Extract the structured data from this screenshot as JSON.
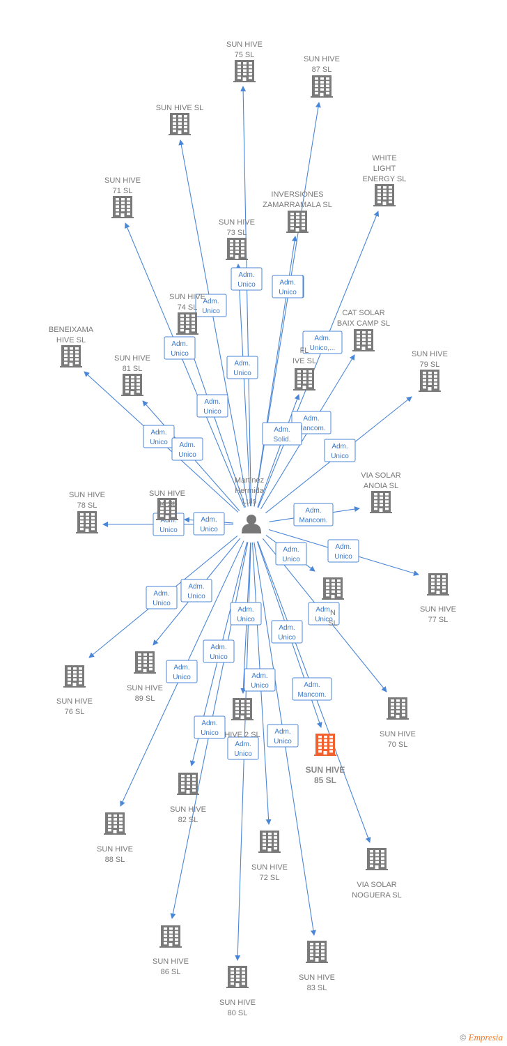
{
  "colors": {
    "edge": "#4a86d6",
    "building": "#7a7a7a",
    "building_highlight": "#f0612f",
    "person": "#777777"
  },
  "person": {
    "name": [
      "Martinez",
      "Hermida",
      "Luis"
    ],
    "icon": "person-icon"
  },
  "companies": [
    {
      "id": "sh75",
      "lines": [
        "SUN HIVE",
        "75  SL"
      ]
    },
    {
      "id": "sh87",
      "lines": [
        "SUN HIVE",
        "87  SL"
      ]
    },
    {
      "id": "shsl",
      "lines": [
        "SUN HIVE  SL"
      ]
    },
    {
      "id": "wle",
      "lines": [
        "WHITE",
        "LIGHT",
        "ENERGY  SL"
      ]
    },
    {
      "id": "sh71",
      "lines": [
        "SUN HIVE",
        "71  SL"
      ]
    },
    {
      "id": "invz",
      "lines": [
        "INVERSIONES",
        "ZAMARRAMALA SL"
      ]
    },
    {
      "id": "sh73",
      "lines": [
        "SUN HIVE",
        "73  SL"
      ]
    },
    {
      "id": "sh74",
      "lines": [
        "SUN HIVE",
        "74  SL"
      ]
    },
    {
      "id": "csbc",
      "lines": [
        "CAT SOLAR",
        "BAIX CAMP  SL"
      ]
    },
    {
      "id": "bene",
      "lines": [
        "BENEIXAMA",
        "HIVE  SL"
      ]
    },
    {
      "id": "flhv",
      "lines": [
        "FL",
        "IVE  SL"
      ]
    },
    {
      "id": "sh81",
      "lines": [
        "SUN HIVE",
        "81  SL"
      ]
    },
    {
      "id": "sh79",
      "lines": [
        "SUN HIVE",
        "79  SL"
      ]
    },
    {
      "id": "vsan",
      "lines": [
        "VIA SOLAR",
        "ANOIA  SL"
      ]
    },
    {
      "id": "sh78",
      "lines": [
        "SUN HIVE",
        "78  SL"
      ]
    },
    {
      "id": "sh84",
      "lines": [
        "SUN HIVE",
        "84  SL"
      ]
    },
    {
      "id": "sh77",
      "lines": [
        "SUN HIVE",
        "77  SL"
      ]
    },
    {
      "id": "shn",
      "lines": [
        "N",
        "SL"
      ]
    },
    {
      "id": "sh76",
      "lines": [
        "SUN HIVE",
        "76  SL"
      ]
    },
    {
      "id": "sh89",
      "lines": [
        "SUN HIVE",
        "89  SL"
      ]
    },
    {
      "id": "sh70",
      "lines": [
        "SUN HIVE",
        "70  SL"
      ]
    },
    {
      "id": "sh2",
      "lines": [
        "HIVE 2  SL"
      ]
    },
    {
      "id": "sh85",
      "lines": [
        "SUN HIVE",
        "85  SL"
      ],
      "highlight": true
    },
    {
      "id": "sh82",
      "lines": [
        "SUN HIVE",
        "82  SL"
      ]
    },
    {
      "id": "sh88",
      "lines": [
        "SUN HIVE",
        "88  SL"
      ]
    },
    {
      "id": "sh72",
      "lines": [
        "SUN HIVE",
        "72  SL"
      ]
    },
    {
      "id": "vsno",
      "lines": [
        "VIA SOLAR",
        "NOGUERA  SL"
      ]
    },
    {
      "id": "sh86",
      "lines": [
        "SUN HIVE",
        "86  SL"
      ]
    },
    {
      "id": "sh83",
      "lines": [
        "SUN HIVE",
        "83  SL"
      ]
    },
    {
      "id": "sh80",
      "lines": [
        "SUN HIVE",
        "80  SL"
      ]
    }
  ],
  "edges": [
    {
      "to": "sh75",
      "role": [
        "Adm.",
        "Unico"
      ]
    },
    {
      "to": "sh87",
      "role": [
        "Adm.",
        "Unico"
      ]
    },
    {
      "to": "shsl",
      "role": [
        "Adm.",
        "Unico"
      ]
    },
    {
      "to": "wle",
      "role": [
        "Adm.",
        "Unico,..."
      ]
    },
    {
      "to": "sh71",
      "role": [
        "Adm.",
        "Unico"
      ]
    },
    {
      "to": "invz",
      "role": [
        "Adm.",
        "Unico"
      ]
    },
    {
      "to": "sh73",
      "role": [
        "Adm.",
        "Unico"
      ]
    },
    {
      "to": "sh74",
      "role": [
        "Adm.",
        "Unico"
      ]
    },
    {
      "to": "csbc",
      "role": [
        "Adm.",
        "Mancom."
      ]
    },
    {
      "to": "bene",
      "role": [
        "Adm.",
        "Unico"
      ]
    },
    {
      "to": "flhv",
      "role": [
        "Adm.",
        "Solid."
      ]
    },
    {
      "to": "sh81",
      "role": [
        "Adm.",
        "Unico"
      ]
    },
    {
      "to": "sh79",
      "role": [
        "Adm.",
        "Unico"
      ]
    },
    {
      "to": "vsan",
      "role": [
        "Adm.",
        "Mancom."
      ]
    },
    {
      "to": "sh78",
      "role": [
        "Adm.",
        "Unico"
      ]
    },
    {
      "to": "sh84",
      "role": [
        "Adm.",
        "Unico"
      ]
    },
    {
      "to": "sh77",
      "role": [
        "Adm.",
        "Unico"
      ]
    },
    {
      "to": "shn",
      "role": [
        "Adm.",
        "Unico"
      ]
    },
    {
      "to": "sh76",
      "role": [
        "Adm.",
        "Unico"
      ]
    },
    {
      "to": "sh89",
      "role": [
        "Adm.",
        "Unico"
      ]
    },
    {
      "to": "sh70",
      "role": [
        "Adm.",
        "Unico"
      ]
    },
    {
      "to": "sh2",
      "role": [
        "Adm.",
        "Unico"
      ]
    },
    {
      "to": "sh85",
      "role": [
        "Adm.",
        "Mancom."
      ]
    },
    {
      "to": "sh82",
      "role": [
        "Adm.",
        "Unico"
      ]
    },
    {
      "to": "sh88",
      "role": [
        "Adm.",
        "Unico"
      ]
    },
    {
      "to": "sh72",
      "role": [
        "Adm.",
        "Unico"
      ]
    },
    {
      "to": "vsno",
      "role": [
        "Adm.",
        "Unico"
      ]
    },
    {
      "to": "sh86",
      "role": [
        "Adm.",
        "Unico"
      ]
    },
    {
      "to": "sh83",
      "role": [
        "Adm.",
        "Unico"
      ]
    },
    {
      "to": "sh80",
      "role": [
        "Adm.",
        "Unico"
      ]
    }
  ],
  "footer": {
    "copyright_symbol": "©",
    "brand": "Empresia"
  }
}
